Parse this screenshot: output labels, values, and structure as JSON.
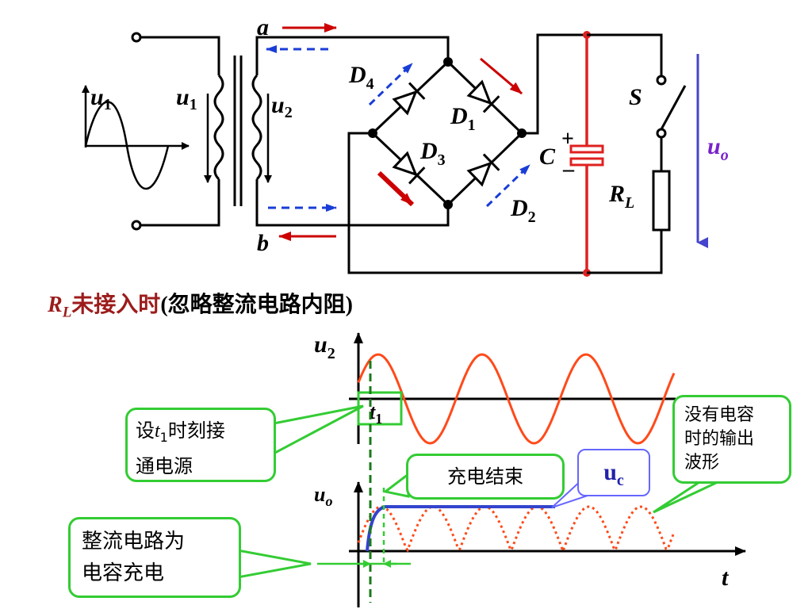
{
  "circuit": {
    "label_a": "a",
    "label_b": "b",
    "input_wave_label": "u",
    "input_wave_sub": "1",
    "primary_label": "u",
    "primary_sub": "1",
    "secondary_label": "u",
    "secondary_sub": "2",
    "diodes": [
      {
        "name": "D",
        "sub": "4"
      },
      {
        "name": "D",
        "sub": "1"
      },
      {
        "name": "D",
        "sub": "3"
      },
      {
        "name": "D",
        "sub": "2"
      }
    ],
    "capacitor_label": "C",
    "cap_plus": "+",
    "cap_minus": "–",
    "switch_label": "S",
    "load_label": "R",
    "load_sub": "L",
    "output_label": "u",
    "output_sub": "o"
  },
  "caption": {
    "rl": "R",
    "rl_sub": "L",
    "text_red": "未接入时",
    "text_black": "(忽略整流电路内阻)"
  },
  "graphs": {
    "top_axis_label": "u",
    "top_axis_sub": "2",
    "t1_label": "t",
    "t1_sub": "1",
    "bottom_axis_label": "u",
    "bottom_axis_sub": "o",
    "time_axis_label": "t"
  },
  "callouts": {
    "set_t1_pre": "设",
    "set_t1_var": "t",
    "set_t1_sub": "1",
    "set_t1_post": "时刻接",
    "set_t1_line2": "通电源",
    "charge_end": "充电结束",
    "uc_main": "u",
    "uc_sub": "c",
    "no_cap_line1": "没有电容",
    "no_cap_line2": "时的输出",
    "no_cap_line3": "波形",
    "rectifier_line1": "整流电路为",
    "rectifier_line2": "电容充电"
  },
  "colors": {
    "wire": "#000000",
    "red_arrow": "#cc0000",
    "blue_dash": "#1a3dd6",
    "red_rail": "#e02020",
    "output_arrow": "#4444cc",
    "sine": "#ff4a1a",
    "uc_line": "#3344cc",
    "green": "#33cc33",
    "dark_green_dash": "#1a7a1a"
  }
}
